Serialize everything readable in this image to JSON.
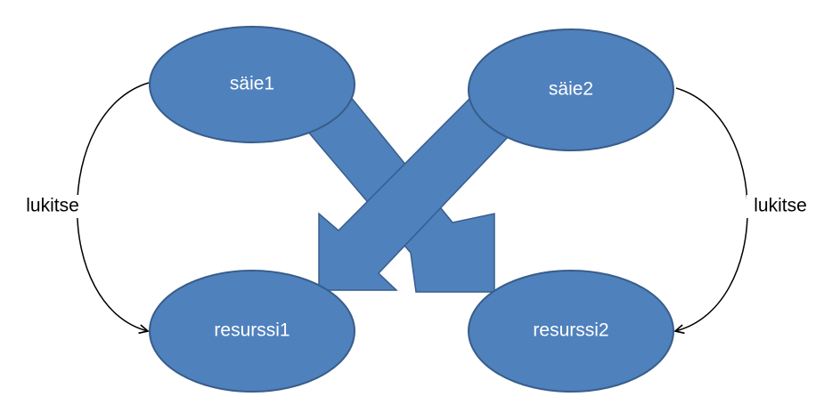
{
  "diagram": {
    "nodes": {
      "thread1": {
        "label": "säie1"
      },
      "thread2": {
        "label": "säie2"
      },
      "resource1": {
        "label": "resurssi1"
      },
      "resource2": {
        "label": "resurssi2"
      }
    },
    "edges": {
      "left_lock": {
        "label": "lukitse"
      },
      "right_lock": {
        "label": "lukitse"
      }
    },
    "colors": {
      "fill": "#4f81bd",
      "stroke": "#385d8a",
      "connector": "#000000",
      "text": "#ffffff"
    }
  }
}
